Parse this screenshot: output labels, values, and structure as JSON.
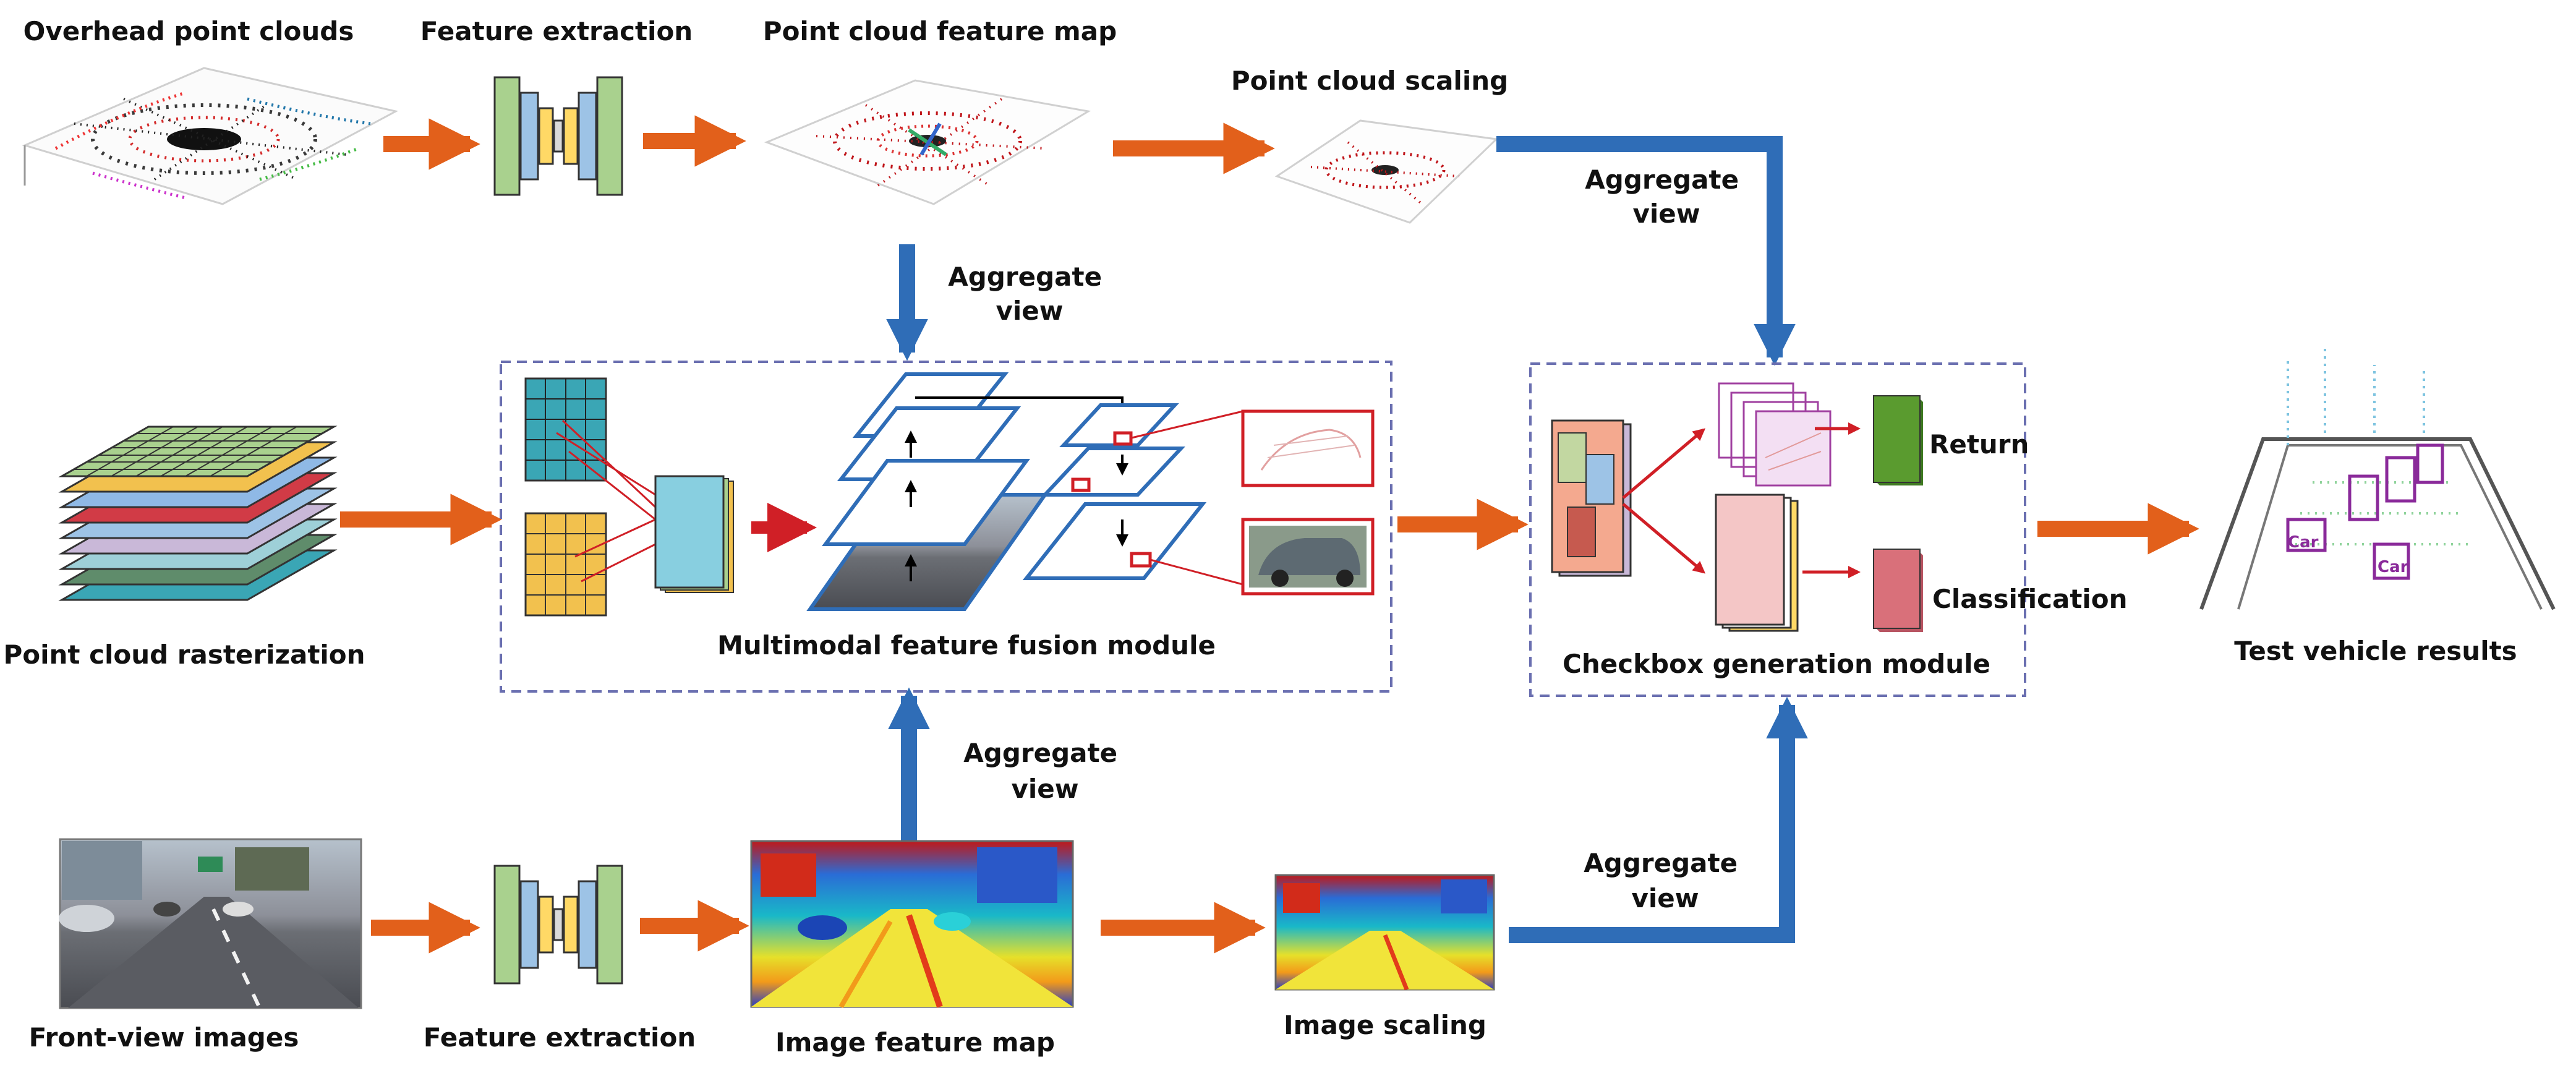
{
  "labels": {
    "overhead_point_clouds": "Overhead point clouds",
    "feature_extraction_top": "Feature extraction",
    "point_cloud_feature_map": "Point cloud feature map",
    "point_cloud_scaling": "Point cloud scaling",
    "aggregate_view_top": "Aggregate view",
    "aggregate_view_top_right": "Aggregate view",
    "point_cloud_rasterization": "Point cloud rasterization",
    "multimodal_fusion_module": "Multimodal feature fusion module",
    "checkbox_generation_module": "Checkbox generation module",
    "return": "Return",
    "classification": "Classification",
    "test_vehicle_results": "Test vehicle results",
    "aggregate_view_bottom": "Aggregate view",
    "aggregate_view_bottom_right": "Aggregate view",
    "front_view_images": "Front-view images",
    "feature_extraction_bottom": "Feature extraction",
    "image_feature_map": "Image feature map",
    "image_scaling": "Image scaling",
    "car_label": "Car"
  },
  "icons": [
    "point-cloud-plot-icon",
    "encoder-decoder-network-icon",
    "feature-pyramid-icon",
    "raster-grid-stack-icon",
    "road-photo-icon",
    "heatmap-icon",
    "cube-stack-icon",
    "3d-detection-result-icon"
  ],
  "colors": {
    "orange_arrow": "#e2601b",
    "blue_arrow": "#2f6db7",
    "red_arrow": "#d01f26",
    "dashed_box": "#6a6fb0",
    "return_block": "#5a9b2f",
    "classification_block": "#d9707a"
  }
}
